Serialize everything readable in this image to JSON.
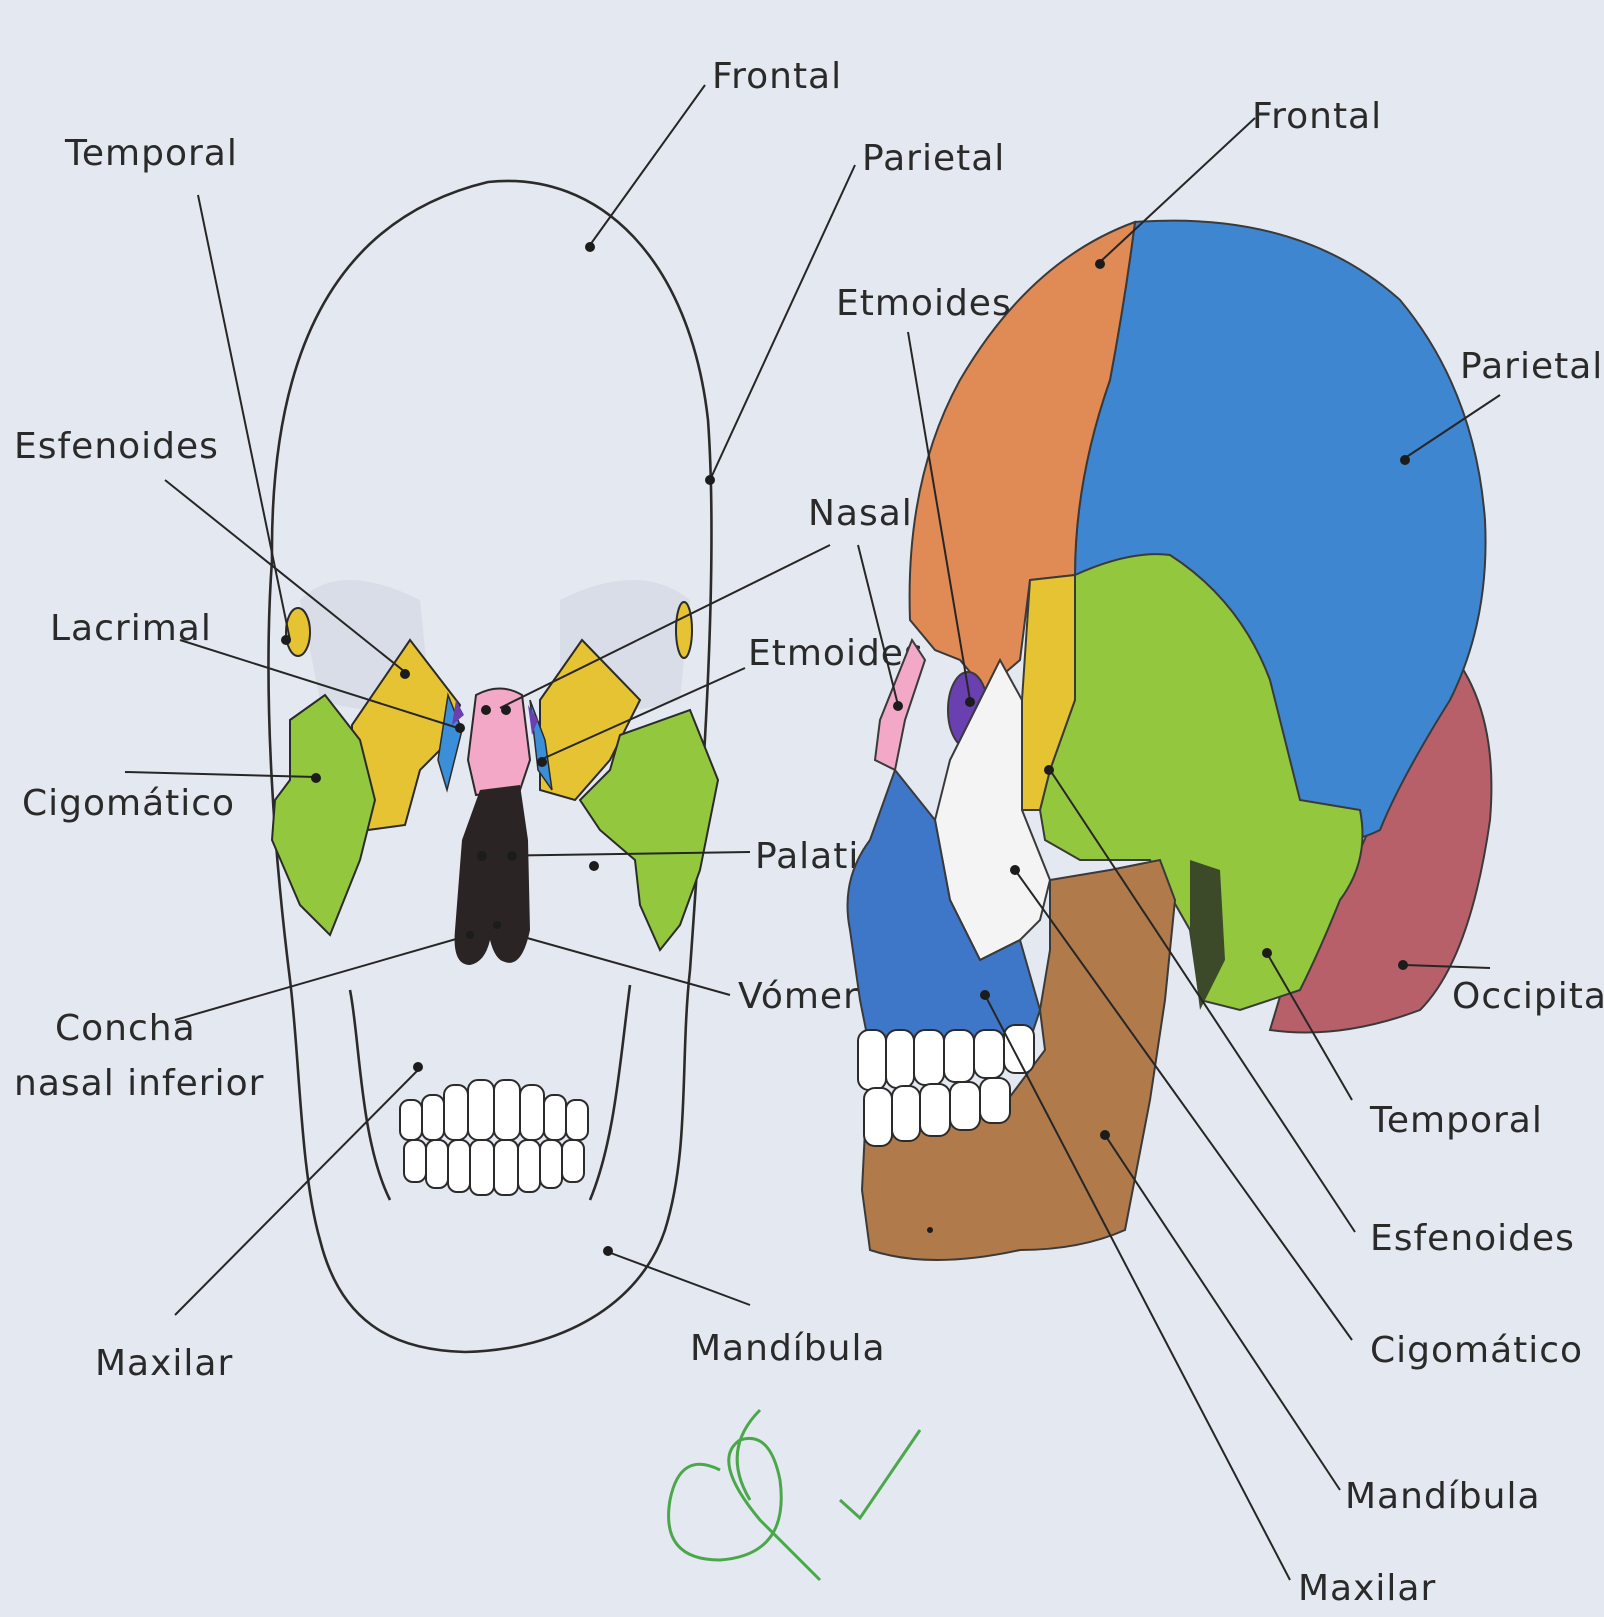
{
  "frontal_view": {
    "labels": {
      "frontal": "Frontal",
      "parietal": "Parietal",
      "temporal": "Temporal",
      "esfenoides": "Esfenoides",
      "lacrimal": "Lacrimal",
      "cigomatico": "Cigomático",
      "nasal": "Nasal",
      "etmoides": "Etmoides",
      "palatino": "Palatino",
      "vomer": "Vómer",
      "concha_line1": "Concha",
      "concha_line2": "nasal inferior",
      "maxilar": "Maxilar",
      "mandibula": "Mandíbula"
    }
  },
  "lateral_view": {
    "labels": {
      "frontal": "Frontal",
      "parietal": "Parietal",
      "etmoides": "Etmoides",
      "occipital": "Occipital",
      "temporal": "Temporal",
      "esfenoides": "Esfenoides",
      "cigomatico": "Cigomático",
      "mandibula": "Mandíbula",
      "maxilar": "Maxilar"
    }
  },
  "colors": {
    "paper": "#e4e8f0",
    "frontal_bone": "#e08a55",
    "parietal_bone": "#3f86d0",
    "temporal_bone": "#93c83e",
    "occipital_bone": "#b8606a",
    "sphenoid_bone": "#e6c332",
    "maxilla_bone": "#3f77c8",
    "mandible_bone": "#b07a4a",
    "nasal_bone": "#f2a8c6",
    "ethmoid_bone": "#6a3fb0",
    "lacrimal_bone": "#3a8fd8",
    "nasal_cavity": "#2b2424",
    "check_mark": "#4aa84a"
  }
}
